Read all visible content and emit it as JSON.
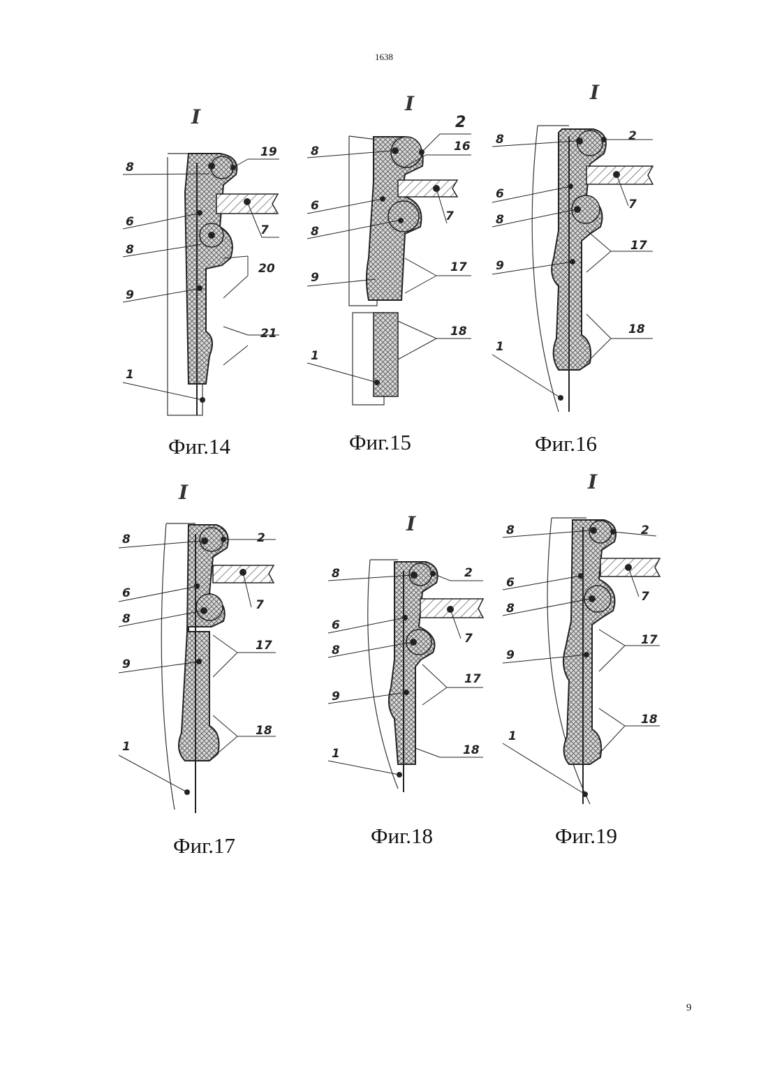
{
  "document": {
    "header_number": "1638",
    "page_number": "9"
  },
  "detail_mark": "I",
  "figures": [
    {
      "caption": "Фиг.14",
      "labels": [
        "8",
        "6",
        "8",
        "9",
        "1",
        "19",
        "7",
        "20",
        "21"
      ]
    },
    {
      "caption": "Фиг.15",
      "labels": [
        "8",
        "6",
        "8",
        "9",
        "1",
        "2",
        "16",
        "7",
        "17",
        "18"
      ]
    },
    {
      "caption": "Фиг.16",
      "labels": [
        "8",
        "6",
        "8",
        "9",
        "1",
        "2",
        "7",
        "17",
        "18"
      ]
    },
    {
      "caption": "Фиг.17",
      "labels": [
        "8",
        "6",
        "8",
        "9",
        "1",
        "2",
        "7",
        "17",
        "18"
      ]
    },
    {
      "caption": "Фиг.18",
      "labels": [
        "8",
        "6",
        "8",
        "9",
        "1",
        "2",
        "7",
        "17",
        "18"
      ]
    },
    {
      "caption": "Фиг.19",
      "labels": [
        "8",
        "6",
        "8",
        "9",
        "1",
        "2",
        "7",
        "17",
        "18"
      ]
    }
  ]
}
